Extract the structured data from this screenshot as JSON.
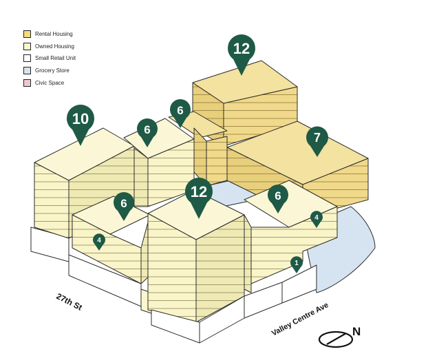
{
  "legend": {
    "items": [
      {
        "label": "Rental Housing",
        "color": "#f2dc7e"
      },
      {
        "label": "Owned Housing",
        "color": "#fbf6cc"
      },
      {
        "label": "Small Retail Unit",
        "color": "#ffffff"
      },
      {
        "label": "Grocery Store",
        "color": "#d5e4f0"
      },
      {
        "label": "Civic Space",
        "color": "#ecc8cf"
      }
    ]
  },
  "streets": {
    "street_27": "27th St",
    "valley_centre": "Valley Centre Ave"
  },
  "compass": {
    "label": "N"
  },
  "pin_color": "#1e5a46",
  "pins": [
    "12",
    "10",
    "6",
    "6",
    "7",
    "6",
    "12",
    "6",
    "4",
    "4",
    "1"
  ]
}
